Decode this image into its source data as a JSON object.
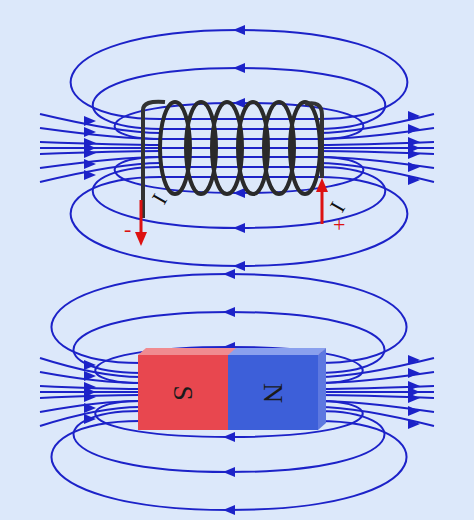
{
  "diagram": {
    "nodes": [
      {
        "text": [
          "S"
        ]
      },
      {
        "text": [
          "N"
        ]
      }
    ],
    "labels": [
      "I",
      "I",
      "-",
      "+"
    ]
  }
}
